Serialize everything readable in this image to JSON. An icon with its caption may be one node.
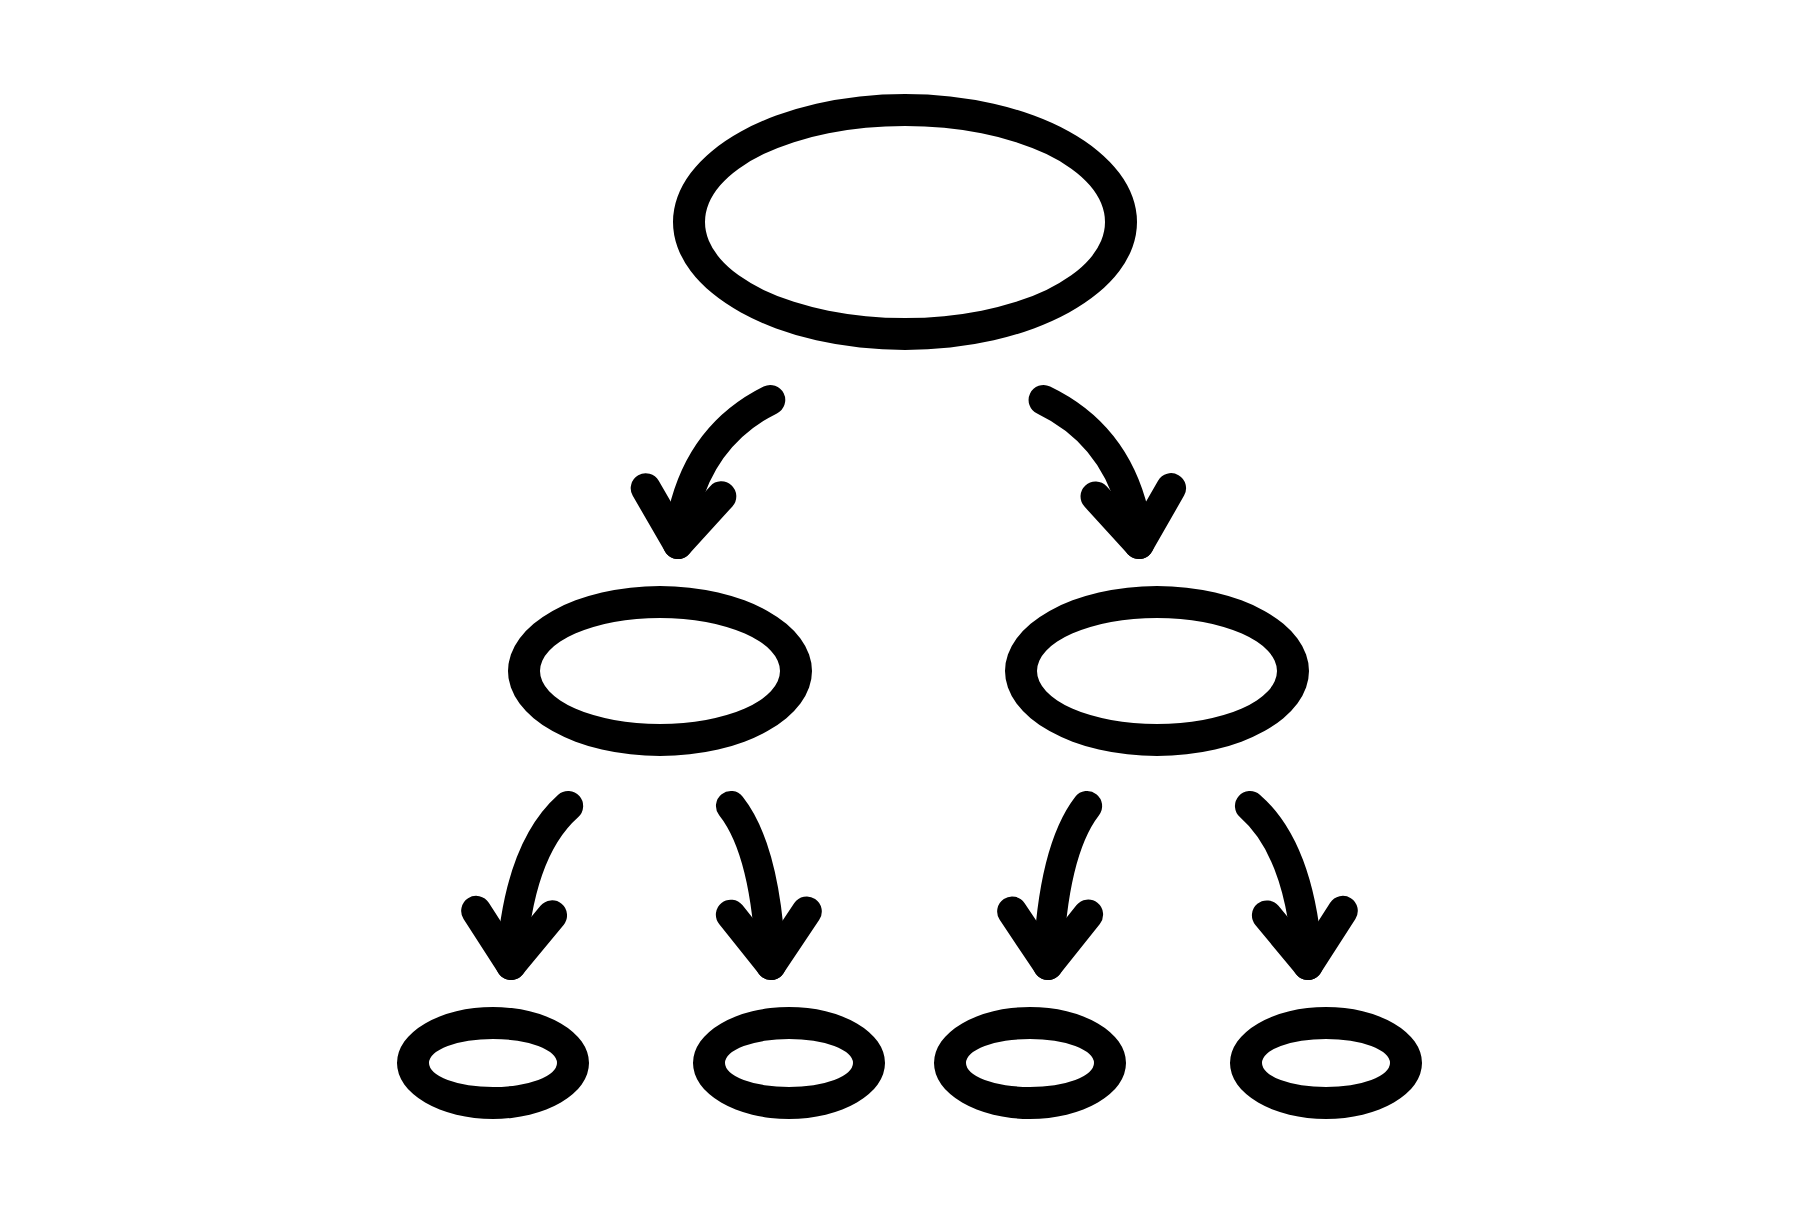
{
  "diagram": {
    "nodes": [
      {
        "text": [],
        "shape": "ellipse"
      },
      {
        "text": [],
        "shape": "ellipse"
      },
      {
        "text": [],
        "shape": "ellipse"
      },
      {
        "text": [],
        "shape": "ellipse"
      },
      {
        "text": [],
        "shape": "ellipse"
      },
      {
        "text": [],
        "shape": "ellipse"
      },
      {
        "text": [],
        "shape": "ellipse"
      }
    ],
    "edges": [
      {
        "from": 0,
        "to": 1,
        "arrow": "to"
      },
      {
        "from": 0,
        "to": 2,
        "arrow": "to"
      },
      {
        "from": 1,
        "to": 3,
        "arrow": "to"
      },
      {
        "from": 1,
        "to": 4,
        "arrow": "to"
      },
      {
        "from": 2,
        "to": 5,
        "arrow": "to"
      },
      {
        "from": 2,
        "to": 6,
        "arrow": "to"
      }
    ]
  }
}
